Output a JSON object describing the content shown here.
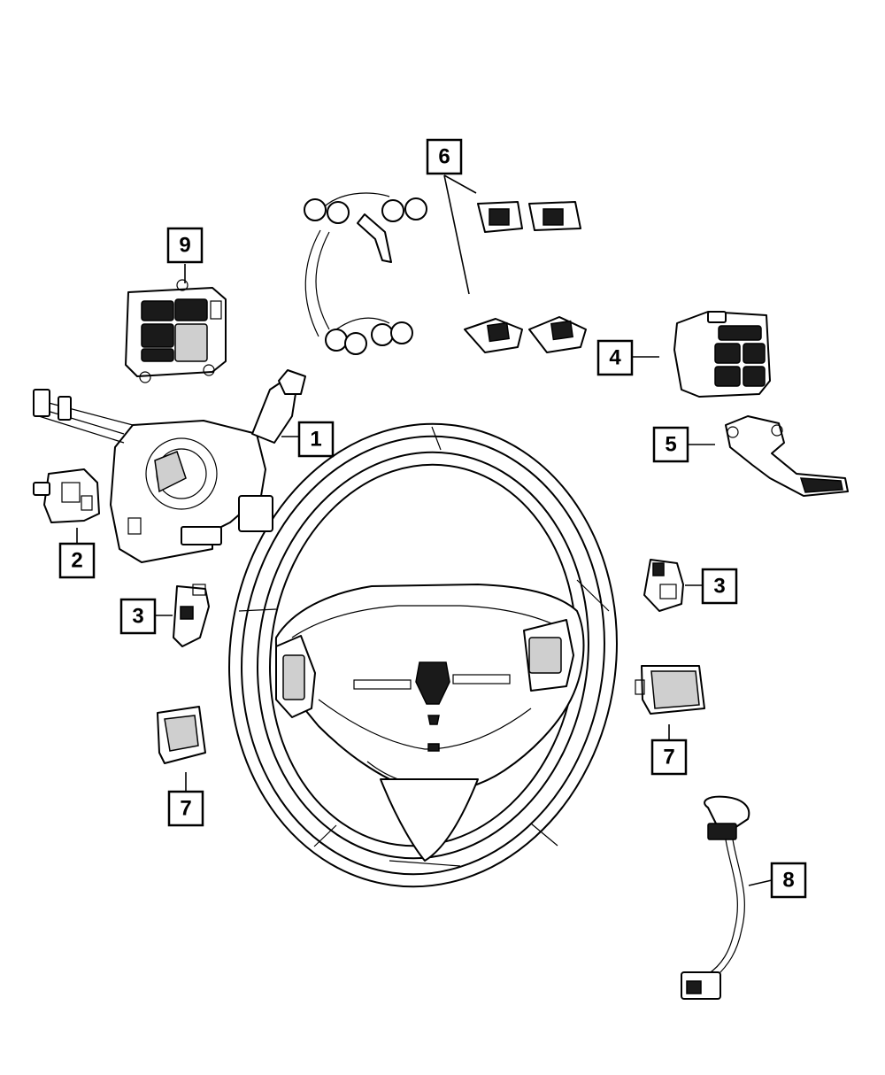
{
  "callouts": [
    {
      "id": "1",
      "label": "1"
    },
    {
      "id": "2",
      "label": "2"
    },
    {
      "id": "3a",
      "label": "3"
    },
    {
      "id": "3b",
      "label": "3"
    },
    {
      "id": "4",
      "label": "4"
    },
    {
      "id": "5",
      "label": "5"
    },
    {
      "id": "6",
      "label": "6"
    },
    {
      "id": "7a",
      "label": "7"
    },
    {
      "id": "7b",
      "label": "7"
    },
    {
      "id": "8",
      "label": "8"
    },
    {
      "id": "9",
      "label": "9"
    }
  ],
  "colors": {
    "line": "#000000",
    "background": "#ffffff",
    "button_fill": "#1a1a1a"
  }
}
